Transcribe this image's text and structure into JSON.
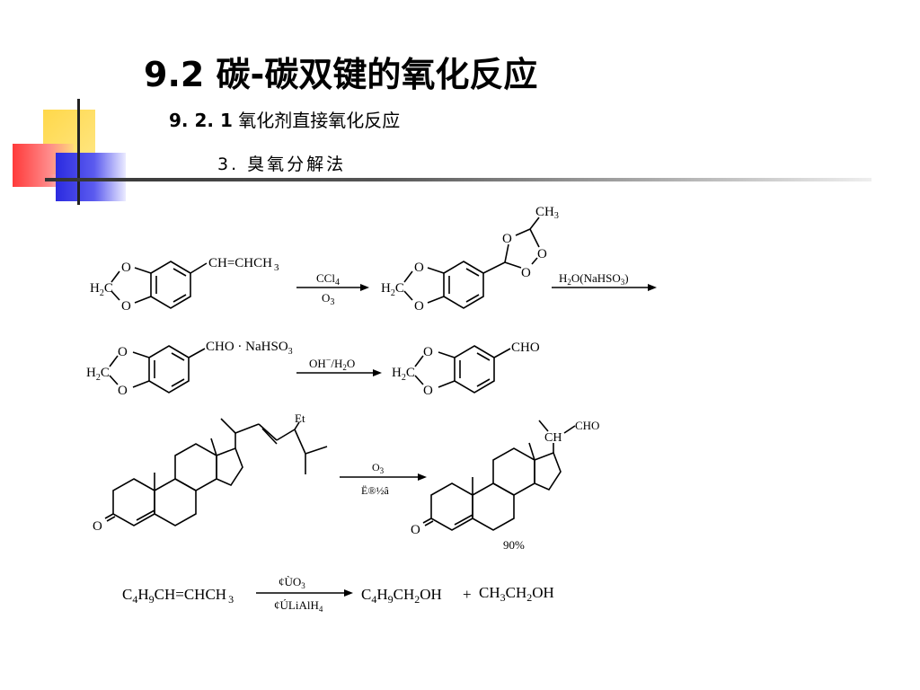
{
  "slide": {
    "title": "9.2 碳-碳双键的氧化反应",
    "subheading_number": "9. 2. 1",
    "subheading_text": "氧化剂直接氧化反应",
    "item_heading": "3.  臭氧分解法"
  },
  "reaction1": {
    "left_substituent": "CH=CHCH",
    "left_substituent_sub": "3",
    "reagent_top": "CCl",
    "reagent_top_sub": "4",
    "reagent_bottom": "O",
    "reagent_bottom_sub": "3",
    "ozonide_ch3": "CH",
    "ozonide_ch3_sub": "3",
    "o": "O",
    "h2c_h": "H",
    "h2c_sub": "2",
    "h2c_c": "C",
    "step2_reagent_main": "H",
    "step2_reagent_sub1": "2",
    "step2_reagent_mid": "O(NaHSO",
    "step2_reagent_sub2": "3",
    "step2_reagent_end": ")"
  },
  "reaction2": {
    "adduct": "CHO · NaHSO",
    "adduct_sub": "3",
    "reagent": "OH",
    "reagent_sup": "−",
    "reagent_rest": "/H",
    "reagent_sub": "2",
    "reagent_end": "O",
    "product": "CHO"
  },
  "reaction3": {
    "side_chain_label": "Et",
    "ketone_o": "O",
    "reagent_top": "O",
    "reagent_top_sub": "3",
    "reagent_bottom": "Ë®½â",
    "product_ch": "CH",
    "product_cho": "CHO",
    "yield": "90%"
  },
  "reaction4": {
    "reactant": "C",
    "reactant_s1": "4",
    "reactant_h": "H",
    "reactant_s2": "9",
    "reactant_rest": "CH=CHCH",
    "reactant_s3": "3",
    "reagent_top": "¢ÙO",
    "reagent_top_sub": "3",
    "reagent_bottom": "¢ÚLiAlH",
    "reagent_bottom_sub": "4",
    "product1": "C",
    "product1_s1": "4",
    "product1_h": "H",
    "product1_s2": "9",
    "product1_rest": "CH",
    "product1_s3": "2",
    "product1_end": "OH",
    "plus": "+",
    "product2": "CH",
    "product2_s1": "3",
    "product2_mid": "CH",
    "product2_s2": "2",
    "product2_end": "OH"
  }
}
